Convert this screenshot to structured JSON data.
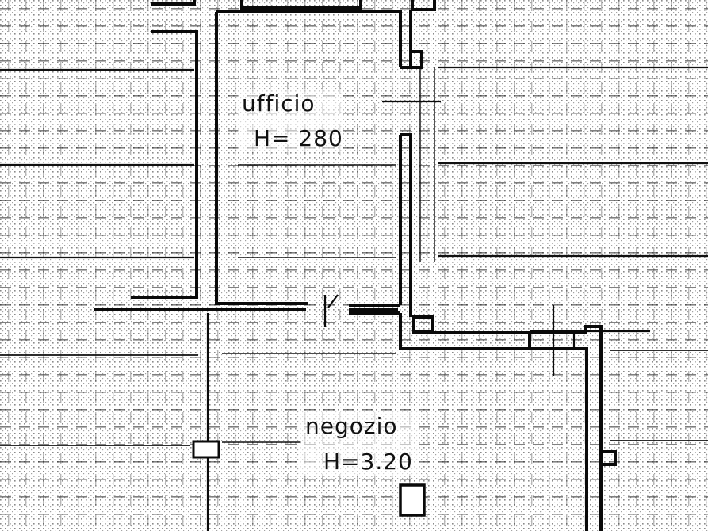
{
  "rooms": {
    "ufficio": {
      "name": "ufficio",
      "height": "H= 280"
    },
    "negozio": {
      "name": "negozio",
      "height": "H=3.20"
    }
  }
}
